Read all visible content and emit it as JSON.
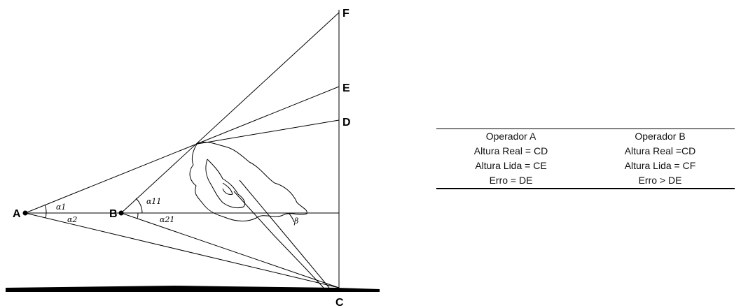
{
  "diagram": {
    "points": {
      "A": "A",
      "B": "B",
      "C": "C",
      "D": "D",
      "E": "E",
      "F": "F"
    },
    "angles": {
      "a1": "α1",
      "a2": "α2",
      "a11": "α11",
      "a21": "α21",
      "beta": "β"
    }
  },
  "table": {
    "header": [
      "Operador A",
      "Operador B"
    ],
    "rows": [
      [
        "Altura Real = CD",
        "Altura Real =CD"
      ],
      [
        "Altura Lida = CE",
        "Altura Lida = CF"
      ],
      [
        "Erro = DE",
        "Erro > DE"
      ]
    ]
  }
}
